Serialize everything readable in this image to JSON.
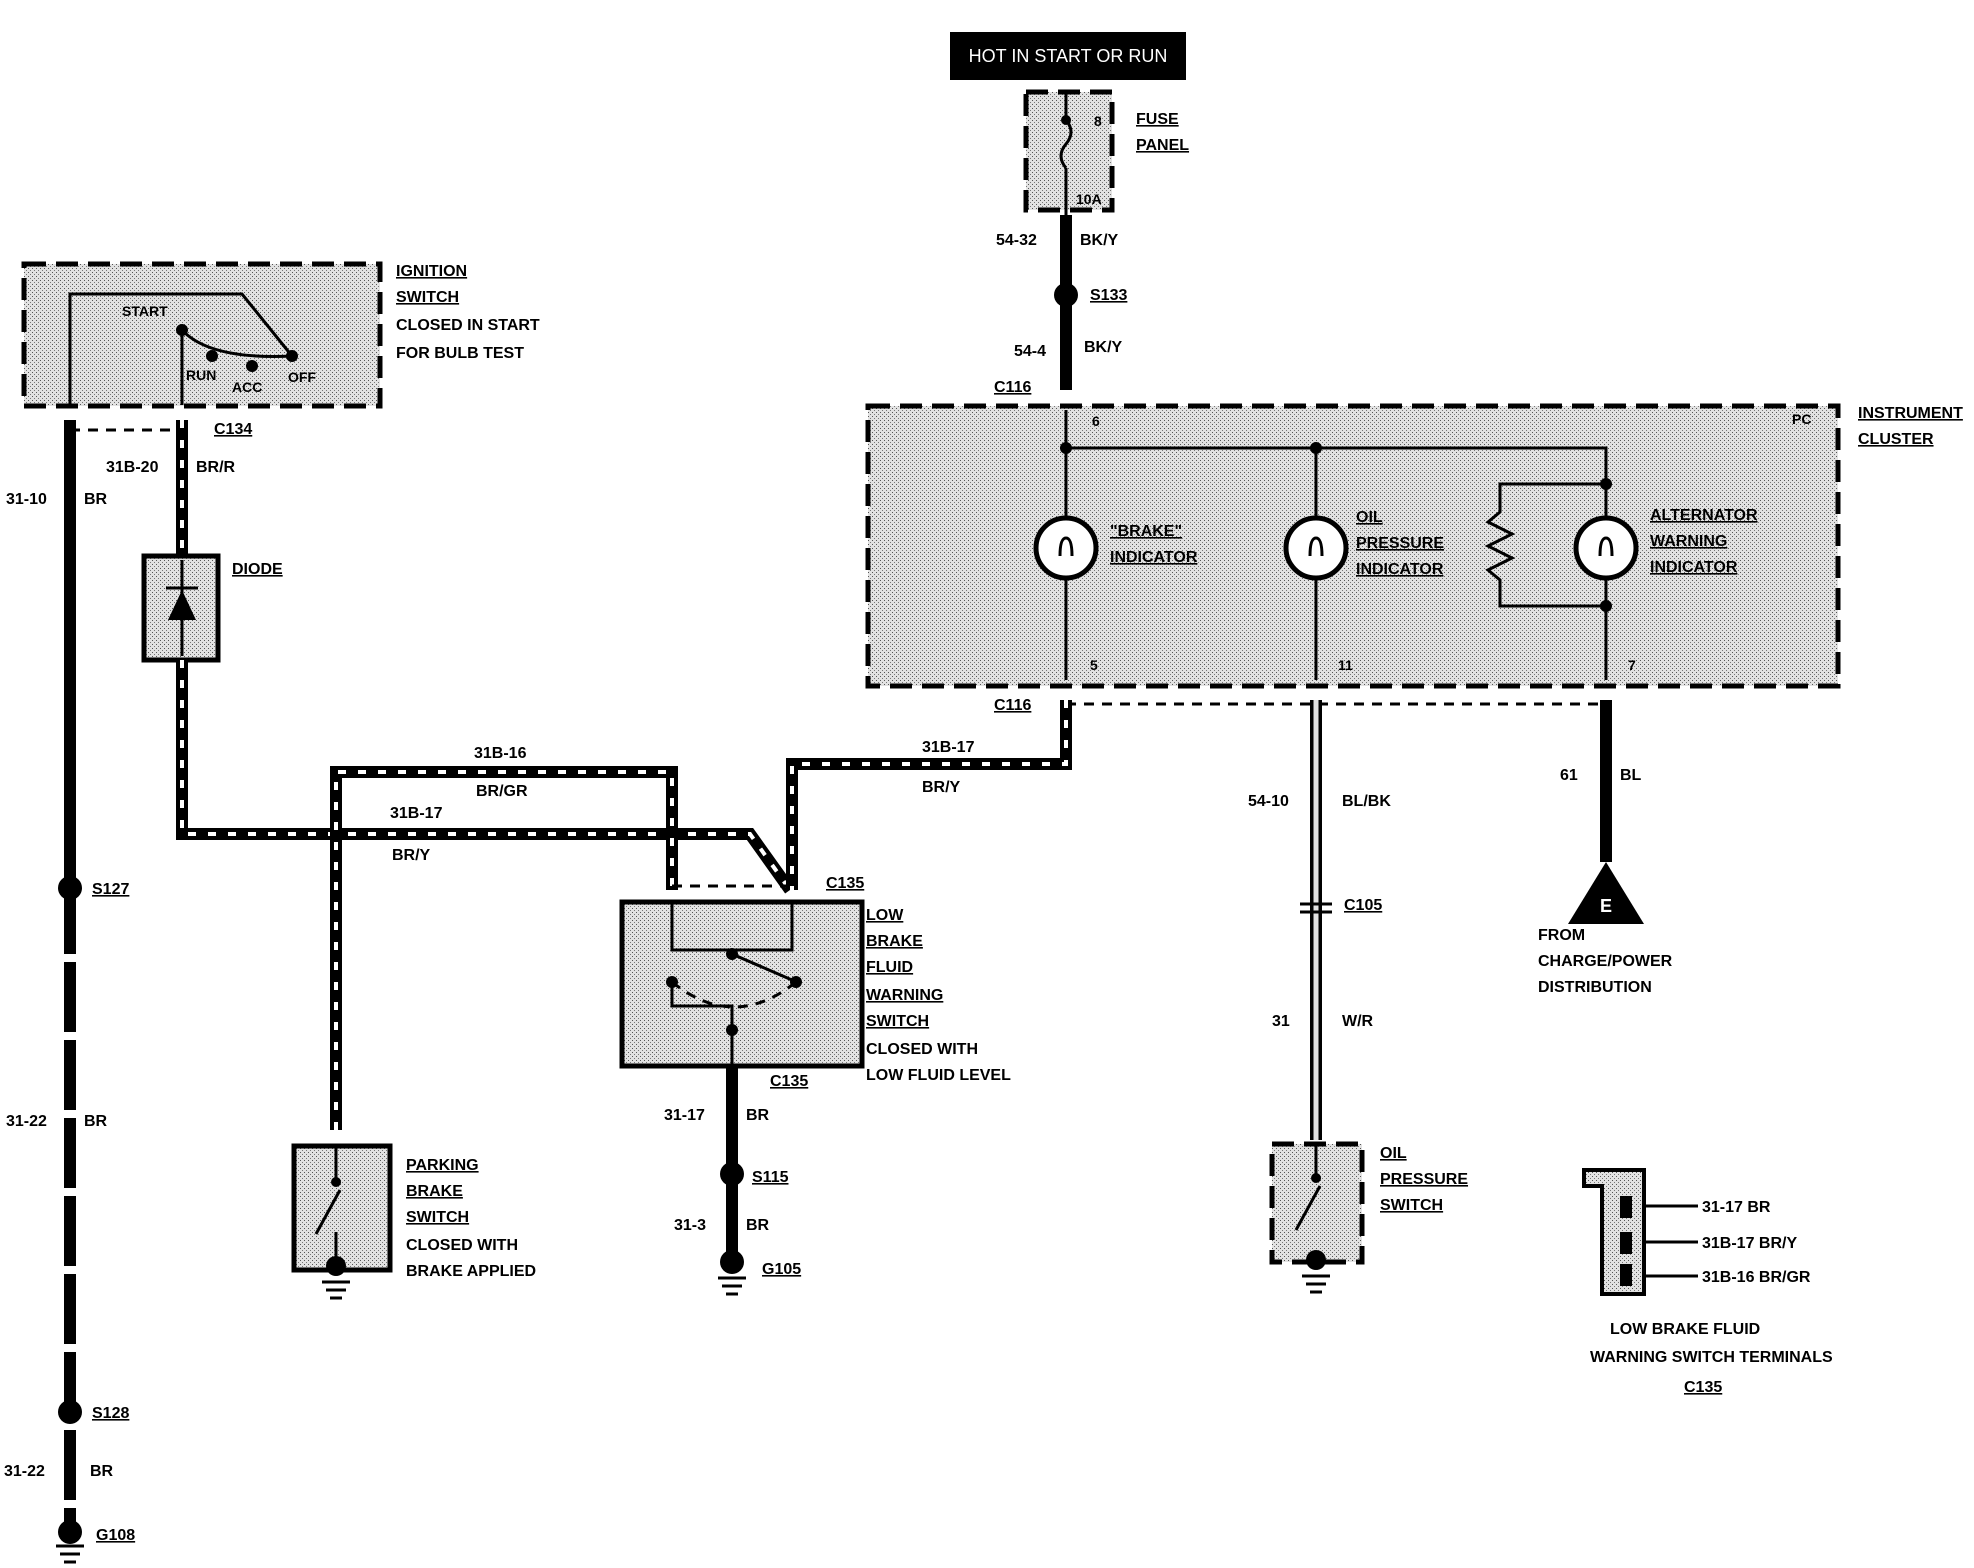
{
  "hot_label": "HOT IN START OR RUN",
  "fuse": {
    "title_1": "FUSE",
    "title_2": "PANEL",
    "number": "8",
    "rating": "10A"
  },
  "wires": {
    "w54_32": {
      "circuit": "54-32",
      "color": "BK/Y"
    },
    "w54_4": {
      "circuit": "54-4",
      "color": "BK/Y"
    },
    "w31_10": {
      "circuit": "31-10",
      "color": "BR"
    },
    "w31b_20": {
      "circuit": "31B-20",
      "color": "BR/R"
    },
    "w31b_16": {
      "circuit": "31B-16",
      "color": "BR/GR"
    },
    "w31b_17_a": {
      "circuit": "31B-17",
      "color": "BR/Y"
    },
    "w31b_17_b": {
      "circuit": "31B-17",
      "color": "BR/Y"
    },
    "w54_10": {
      "circuit": "54-10",
      "color": "BL/BK"
    },
    "w31": {
      "circuit": "31",
      "color": "W/R"
    },
    "w61": {
      "circuit": "61",
      "color": "BL"
    },
    "w31_17": {
      "circuit": "31-17",
      "color": "BR"
    },
    "w31_3": {
      "circuit": "31-3",
      "color": "BR"
    },
    "w31_22_a": {
      "circuit": "31-22",
      "color": "BR"
    },
    "w31_22_b": {
      "circuit": "31-22",
      "color": "BR"
    }
  },
  "splices": {
    "s133": "S133",
    "s127": "S127",
    "s128": "S128",
    "s115": "S115"
  },
  "grounds": {
    "g108": "G108",
    "g105": "G105"
  },
  "connectors": {
    "c116_top": "C116",
    "c116_bot": "C116",
    "c134": "C134",
    "c135_top": "C135",
    "c135_bot": "C135",
    "c105": "C105"
  },
  "ignition": {
    "title_1": "IGNITION",
    "title_2": "SWITCH",
    "note_1": "CLOSED IN START",
    "note_2": "FOR BULB TEST",
    "pos_start": "START",
    "pos_run": "RUN",
    "pos_acc": "ACC",
    "pos_off": "OFF"
  },
  "diode": "DIODE",
  "cluster": {
    "title_1": "INSTRUMENT",
    "title_2": "CLUSTER",
    "pc": "PC",
    "pin_6": "6",
    "pin_5": "5",
    "pin_11": "11",
    "pin_7": "7",
    "brake_1": "\"BRAKE\"",
    "brake_2": "INDICATOR",
    "oil_1": "OIL",
    "oil_2": "PRESSURE",
    "oil_3": "INDICATOR",
    "alt_1": "ALTERNATOR",
    "alt_2": "WARNING",
    "alt_3": "INDICATOR"
  },
  "low_brake": {
    "line_1": "LOW",
    "line_2": "BRAKE",
    "line_3": "FLUID",
    "line_4": "WARNING",
    "line_5": "SWITCH",
    "note_1": "CLOSED WITH",
    "note_2": "LOW FLUID LEVEL"
  },
  "parking": {
    "line_1": "PARKING",
    "line_2": "BRAKE",
    "line_3": "SWITCH",
    "note_1": "CLOSED WITH",
    "note_2": "BRAKE APPLIED"
  },
  "oil_switch": {
    "line_1": "OIL",
    "line_2": "PRESSURE",
    "line_3": "SWITCH"
  },
  "charge": {
    "letter": "E",
    "line_1": "FROM",
    "line_2": "CHARGE/POWER",
    "line_3": "DISTRIBUTION"
  },
  "terminals": {
    "t1": "31-17 BR",
    "t2": "31B-17 BR/Y",
    "t3": "31B-16 BR/GR",
    "caption_1": "LOW BRAKE FLUID",
    "caption_2": "WARNING SWITCH TERMINALS",
    "caption_3": "C135"
  }
}
